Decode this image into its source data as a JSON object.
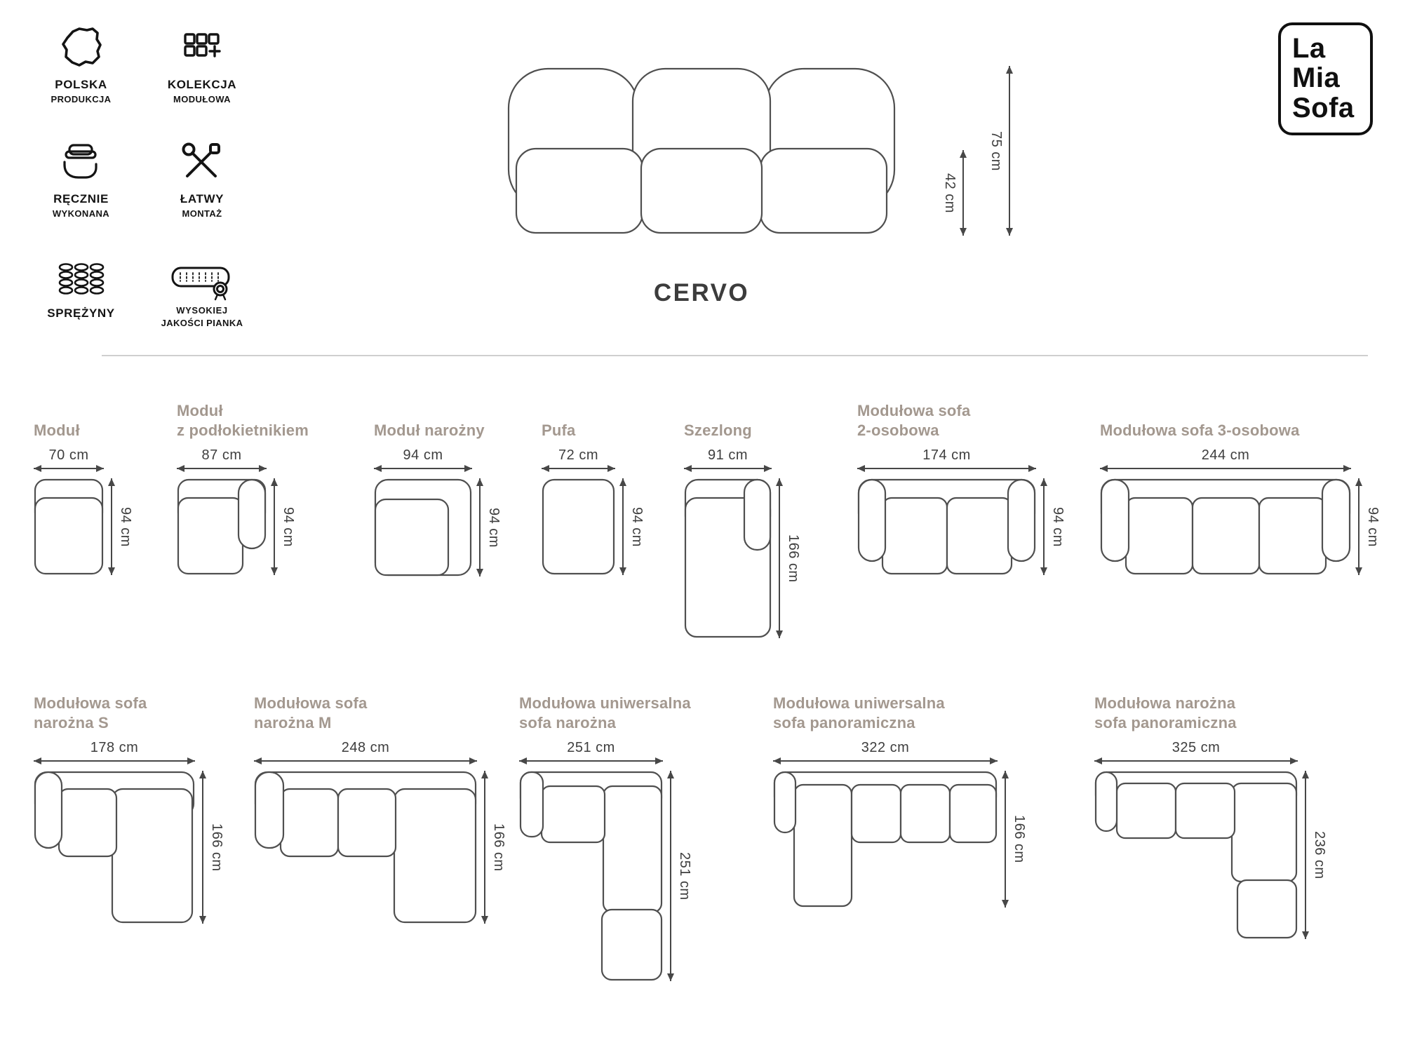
{
  "colors": {
    "line": "#4f4f4f",
    "module_label": "#a3988f",
    "dimension_text": "#3e3e3e",
    "ink": "#141414"
  },
  "logo": {
    "line1": "La",
    "line2": "Mia",
    "line3": "Sofa"
  },
  "hero": {
    "model_name": "CERVO",
    "total_height": "75 cm",
    "seat_height": "42 cm"
  },
  "features": [
    {
      "icon": "poland-map-icon",
      "label": "POLSKA",
      "sublabel": "PRODUKCJA"
    },
    {
      "icon": "modular-grid-icon",
      "label": "KOLEKCJA",
      "sublabel": "MODUŁOWA"
    },
    {
      "icon": "hand-sofa-icon",
      "label": "RĘCZNIE",
      "sublabel": "WYKONANA"
    },
    {
      "icon": "crossed-tools-icon",
      "label": "ŁATWY",
      "sublabel": "MONTAŻ"
    },
    {
      "icon": "springs-icon",
      "label": "SPRĘŻYNY",
      "sublabel": ""
    },
    {
      "icon": "foam-quality-icon",
      "label": "WYSOKIEJ",
      "sublabel": "JAKOŚCI PIANKA"
    }
  ],
  "modules_row1": [
    {
      "name": "Moduł",
      "width": "70 cm",
      "depth": "94 cm"
    },
    {
      "name": "Moduł\nz podłokietnikiem",
      "width": "87 cm",
      "depth": "94 cm"
    },
    {
      "name": "Moduł narożny",
      "width": "94 cm",
      "depth": "94 cm"
    },
    {
      "name": "Pufa",
      "width": "72 cm",
      "depth": "94 cm"
    },
    {
      "name": "Szezlong",
      "width": "91 cm",
      "depth": "166 cm"
    },
    {
      "name": "Modułowa sofa\n2-osobowa",
      "width": "174 cm",
      "depth": "94 cm"
    },
    {
      "name": "Modułowa sofa 3-osobowa",
      "width": "244 cm",
      "depth": "94 cm"
    }
  ],
  "modules_row2": [
    {
      "name": "Modułowa sofa\nnarożna S",
      "width": "178 cm",
      "depth": "166 cm"
    },
    {
      "name": "Modułowa sofa\nnarożna M",
      "width": "248 cm",
      "depth": "166 cm"
    },
    {
      "name": "Modułowa uniwersalna\nsofa narożna",
      "width": "251 cm",
      "depth": "251 cm"
    },
    {
      "name": "Modułowa uniwersalna\nsofa panoramiczna",
      "width": "322 cm",
      "depth": "166 cm"
    },
    {
      "name": "Modułowa narożna\nsofa panoramiczna",
      "width": "325 cm",
      "depth": "236 cm"
    }
  ]
}
